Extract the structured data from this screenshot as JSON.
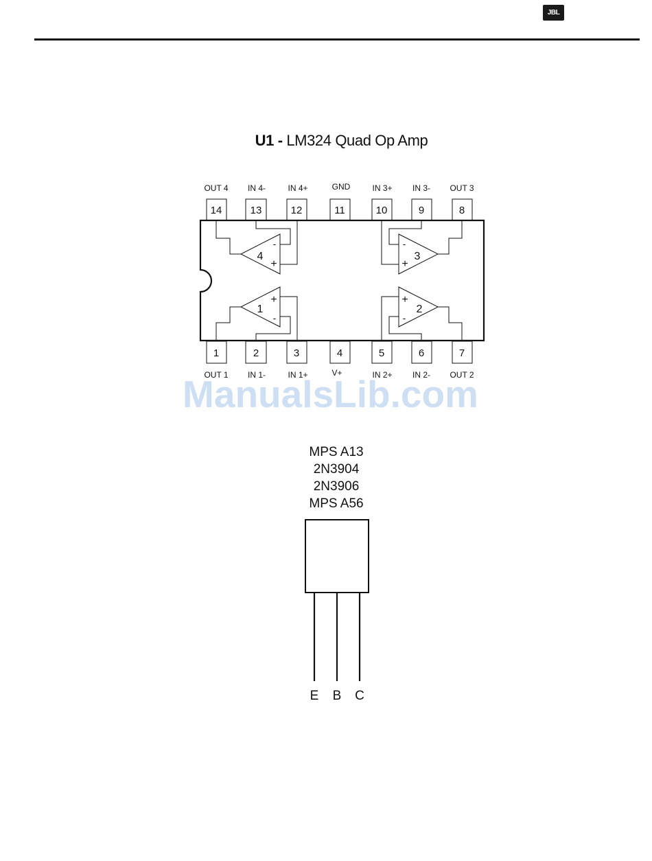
{
  "header": {
    "logo_text": "JBL"
  },
  "opamp": {
    "title_bold": "U1 -",
    "title_rest": " LM324  Quad Op Amp",
    "top_pins": [
      {
        "num": "14",
        "label": "OUT 4"
      },
      {
        "num": "13",
        "label": "IN 4-"
      },
      {
        "num": "12",
        "label": "IN 4+"
      },
      {
        "num": "11",
        "label": "GND"
      },
      {
        "num": "10",
        "label": "IN 3+"
      },
      {
        "num": "9",
        "label": "IN 3-"
      },
      {
        "num": "8",
        "label": "OUT 3"
      }
    ],
    "bottom_pins": [
      {
        "num": "1",
        "label": "OUT 1"
      },
      {
        "num": "2",
        "label": "IN 1-"
      },
      {
        "num": "3",
        "label": "IN 1+"
      },
      {
        "num": "4",
        "label": "V+"
      },
      {
        "num": "5",
        "label": "IN 2+"
      },
      {
        "num": "6",
        "label": "IN 2-"
      },
      {
        "num": "7",
        "label": "OUT 2"
      }
    ],
    "amp_numbers": [
      "1",
      "2",
      "3",
      "4"
    ]
  },
  "watermark": "ManualsLib.com",
  "transistor": {
    "part_numbers": [
      "MPS A13",
      "2N3904",
      "2N3906",
      "MPS A56"
    ],
    "leads": [
      "E",
      "B",
      "C"
    ]
  }
}
